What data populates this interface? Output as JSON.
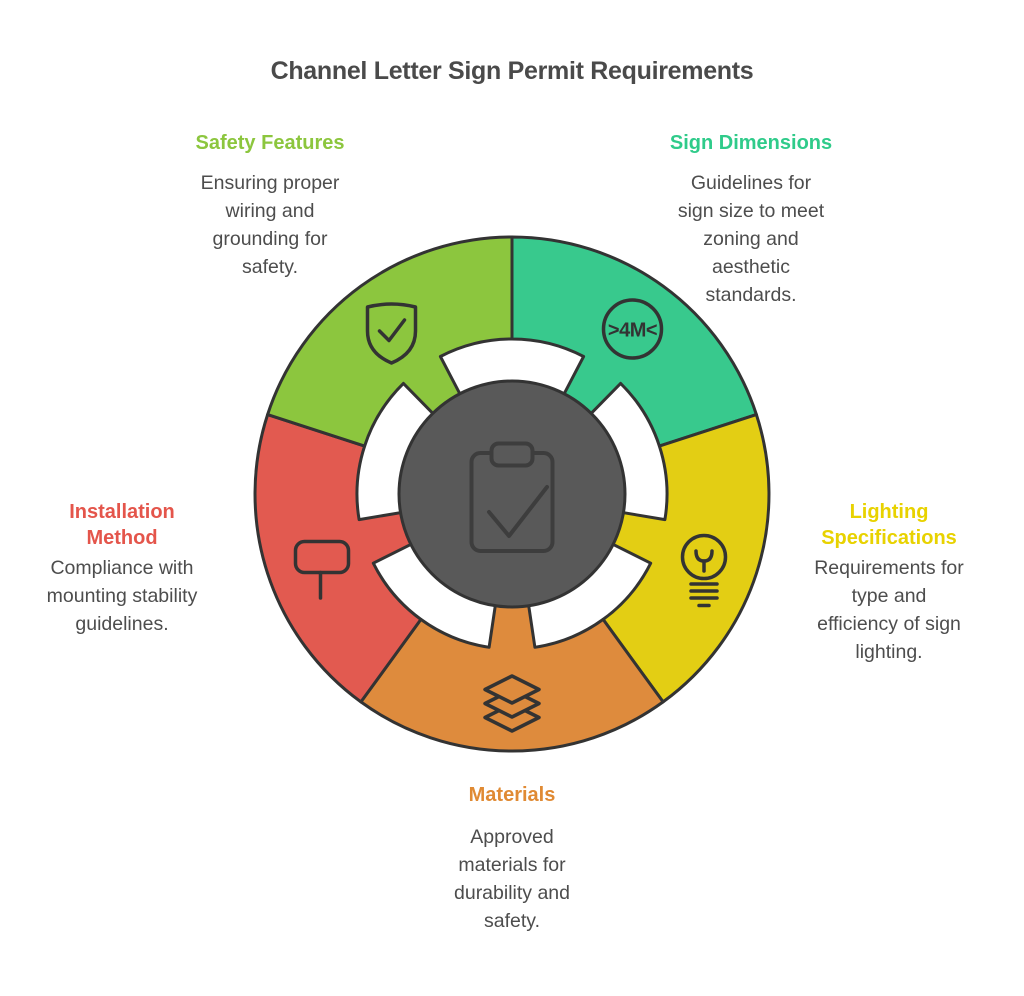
{
  "title": "Channel Letter Sign Permit Requirements",
  "colors": {
    "outline": "#333333",
    "title_text": "#4A4A4A",
    "body_text": "#4D4D4D",
    "background": "#FFFFFF"
  },
  "diagram": {
    "center": {
      "color": "#595959",
      "icon": "clipboard-check-icon"
    },
    "segments": [
      {
        "id": "sign-dimensions",
        "heading": "Sign Dimensions",
        "heading_color": "#2FCB8A",
        "color": "#38C98D",
        "icon": "max-4m-dimension-icon",
        "icon_text": ">4M<",
        "description": "Guidelines for\nsign size to meet\nzoning and\naesthetic\nstandards."
      },
      {
        "id": "lighting-specifications",
        "heading": "Lighting\nSpecifications",
        "heading_color": "#E8D200",
        "color": "#E3CE14",
        "icon": "lightbulb-icon",
        "description": "Requirements for\ntype and\nefficiency of sign\nlighting."
      },
      {
        "id": "materials",
        "heading": "Materials",
        "heading_color": "#E08A33",
        "color": "#DE8B3D",
        "icon": "layers-icon",
        "description": "Approved\nmaterials for\ndurability and\nsafety."
      },
      {
        "id": "installation-method",
        "heading": "Installation\nMethod",
        "heading_color": "#E4554B",
        "color": "#E25A50",
        "icon": "sign-post-icon",
        "description": "Compliance with\nmounting stability\nguidelines."
      },
      {
        "id": "safety-features",
        "heading": "Safety Features",
        "heading_color": "#8CC63E",
        "color": "#8CC63E",
        "icon": "shield-check-icon",
        "description": "Ensuring proper\nwiring and\ngrounding for\nsafety."
      }
    ]
  }
}
